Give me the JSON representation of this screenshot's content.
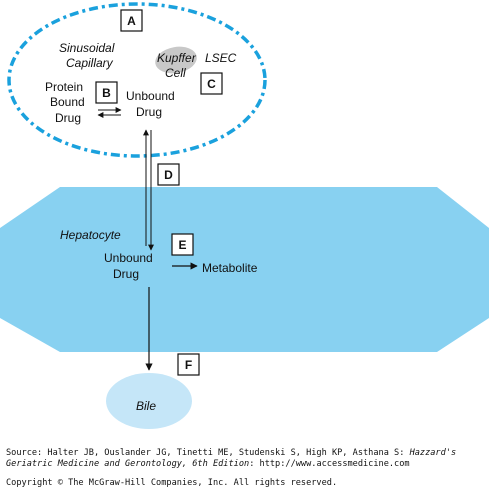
{
  "colors": {
    "liver_fill": "#88d1f1",
    "sinusoid_border": "#1aa1dd",
    "bile_fill": "#c5e6f8",
    "kupffer_fill": "#c8c8c8"
  },
  "diagram": {
    "sinusoid_label_line1": "Sinusoidal",
    "sinusoid_label_line2": "Capillary",
    "kupffer_line1": "Kupffer",
    "kupffer_line2": "Cell",
    "lsec": "LSEC",
    "protein_line1": "Protein",
    "protein_line2": "Bound",
    "protein_line3": "Drug",
    "unbound_top_line1": "Unbound",
    "unbound_top_line2": "Drug",
    "hepatocyte": "Hepatocyte",
    "unbound_bottom_line1": "Unbound",
    "unbound_bottom_line2": "Drug",
    "metabolite": "Metabolite",
    "bile": "Bile",
    "box_a": "A",
    "box_b": "B",
    "box_c": "C",
    "box_d": "D",
    "box_e": "E",
    "box_f": "F"
  },
  "footer": {
    "source_prefix": "Source: Halter JB, Ouslander JG, Tinetti ME, Studenski S, High KP, Asthana S: ",
    "source_title_part1": "Hazzard's",
    "source_title_part2": "Geriatric Medicine and Gerontology, 6th Edition",
    "source_suffix": ": http://www.accessmedicine.com",
    "copyright": "Copyright © The McGraw-Hill Companies, Inc. All rights reserved."
  }
}
